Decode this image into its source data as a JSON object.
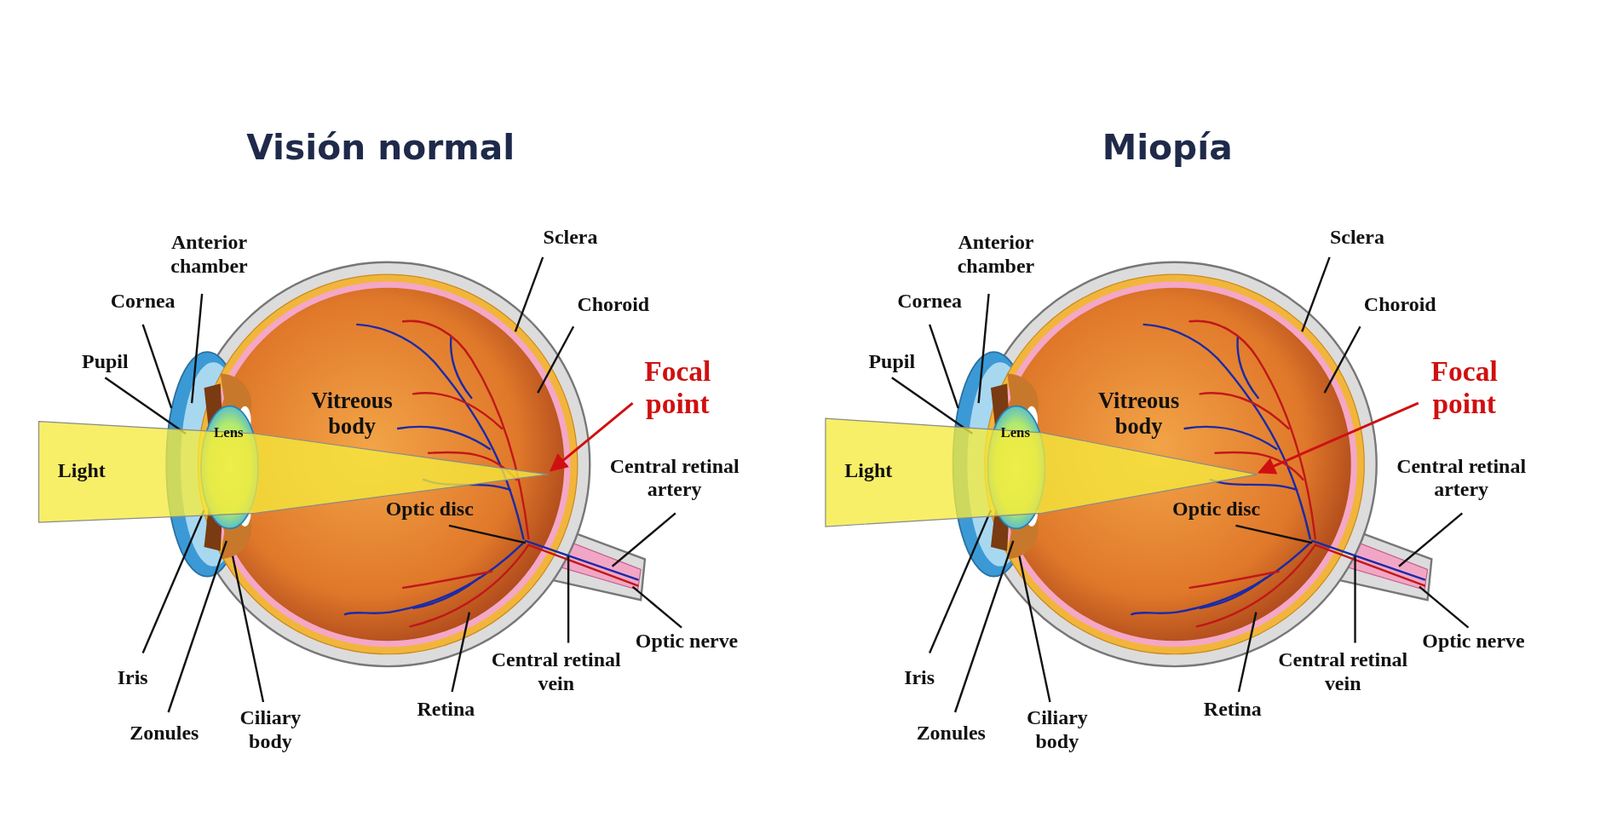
{
  "diagram": {
    "labels": [
      "Visión normal",
      "Anterior chamber",
      "Cornea",
      "Pupil",
      "Light",
      "Lens",
      "Vitreous body",
      "Sclera",
      "Choroid",
      "Focal point",
      "Central retinal artery",
      "Optic disc",
      "Optic nerve",
      "Central retinal vein",
      "Retina",
      "Iris",
      "Zonules",
      "Ciliary body",
      "Miopía",
      "Anterior chamber",
      "Cornea",
      "Pupil",
      "Light",
      "Lens",
      "Vitreous body",
      "Sclera",
      "Choroid",
      "Focal point",
      "Central retinal artery",
      "Optic disc",
      "Optic nerve",
      "Central retinal vein",
      "Retina",
      "Iris",
      "Zonules",
      "Ciliary body"
    ]
  }
}
